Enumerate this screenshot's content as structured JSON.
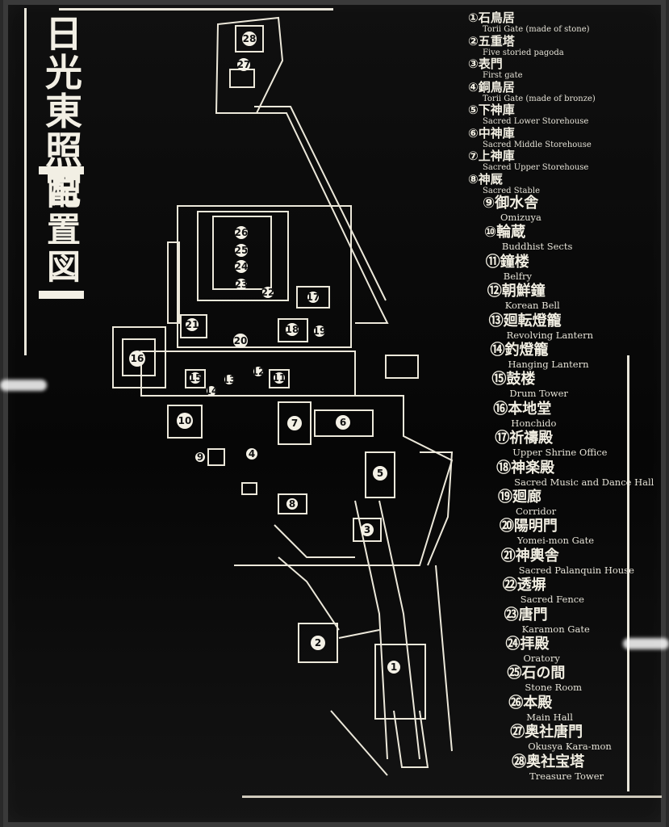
{
  "title": {
    "main_chars": [
      "日",
      "光",
      "東",
      "照",
      "宮"
    ],
    "sub_chars": [
      "配",
      "置",
      "図"
    ]
  },
  "legend": [
    {
      "num": "①",
      "jp": "石鳥居",
      "en": "Torii Gate (made of stone)"
    },
    {
      "num": "②",
      "jp": "五重塔",
      "en": "Five storied pagoda"
    },
    {
      "num": "③",
      "jp": "表門",
      "en": "First gate"
    },
    {
      "num": "④",
      "jp": "銅鳥居",
      "en": "Torii Gate (made of bronze)"
    },
    {
      "num": "⑤",
      "jp": "下神庫",
      "en": "Sacred Lower Storehouse"
    },
    {
      "num": "⑥",
      "jp": "中神庫",
      "en": "Sacred Middle Storehouse"
    },
    {
      "num": "⑦",
      "jp": "上神庫",
      "en": "Sacred Upper Storehouse"
    },
    {
      "num": "⑧",
      "jp": "神厩",
      "en": "Sacred Stable"
    },
    {
      "num": "⑨",
      "jp": "御水舎",
      "en": "Omizuya"
    },
    {
      "num": "⑩",
      "jp": "輪蔵",
      "en": "Buddhist Sects"
    },
    {
      "num": "⑪",
      "jp": "鐘楼",
      "en": "Belfry"
    },
    {
      "num": "⑫",
      "jp": "朝鮮鐘",
      "en": "Korean Bell"
    },
    {
      "num": "⑬",
      "jp": "廻転燈籠",
      "en": "Revolving Lantern"
    },
    {
      "num": "⑭",
      "jp": "釣燈籠",
      "en": "Hanging Lantern"
    },
    {
      "num": "⑮",
      "jp": "鼓楼",
      "en": "Drum Tower"
    },
    {
      "num": "⑯",
      "jp": "本地堂",
      "en": "Honchido"
    },
    {
      "num": "⑰",
      "jp": "祈禱殿",
      "en": "Upper Shrine Office"
    },
    {
      "num": "⑱",
      "jp": "神楽殿",
      "en": "Sacred Music and Dance Hall"
    },
    {
      "num": "⑲",
      "jp": "廻廊",
      "en": "Corridor"
    },
    {
      "num": "⑳",
      "jp": "陽明門",
      "en": "Yomei-mon Gate"
    },
    {
      "num": "㉑",
      "jp": "神輿舎",
      "en": "Sacred Palanquin House"
    },
    {
      "num": "㉒",
      "jp": "透塀",
      "en": "Sacred Fence"
    },
    {
      "num": "㉓",
      "jp": "唐門",
      "en": "Karamon Gate"
    },
    {
      "num": "㉔",
      "jp": "拝殿",
      "en": "Oratory"
    },
    {
      "num": "㉕",
      "jp": "石の間",
      "en": "Stone Room"
    },
    {
      "num": "㉖",
      "jp": "本殿",
      "en": "Main Hall"
    },
    {
      "num": "㉗",
      "jp": "奥社唐門",
      "en": "Okusya Kara-mon"
    },
    {
      "num": "㉘",
      "jp": "奥社宝塔",
      "en": "Treasure Tower"
    }
  ],
  "map_labels": {
    "l1": "1",
    "l2": "2",
    "l3": "3",
    "l4": "4",
    "l5": "5",
    "l6": "6",
    "l7": "7",
    "l8": "8",
    "l9": "9",
    "l10": "10",
    "l11": "11",
    "l12": "12",
    "l13": "13",
    "l14": "14",
    "l15": "15",
    "l16": "16",
    "l17": "17",
    "l18": "18",
    "l19": "19",
    "l20": "20",
    "l21": "21",
    "l22": "22",
    "l23": "23",
    "l24": "24",
    "l25": "25",
    "l26": "26",
    "l27": "27",
    "l28": "28"
  },
  "colors": {
    "line": "#ece8da",
    "fill": "#f4f1e6",
    "panel": "#080808"
  }
}
